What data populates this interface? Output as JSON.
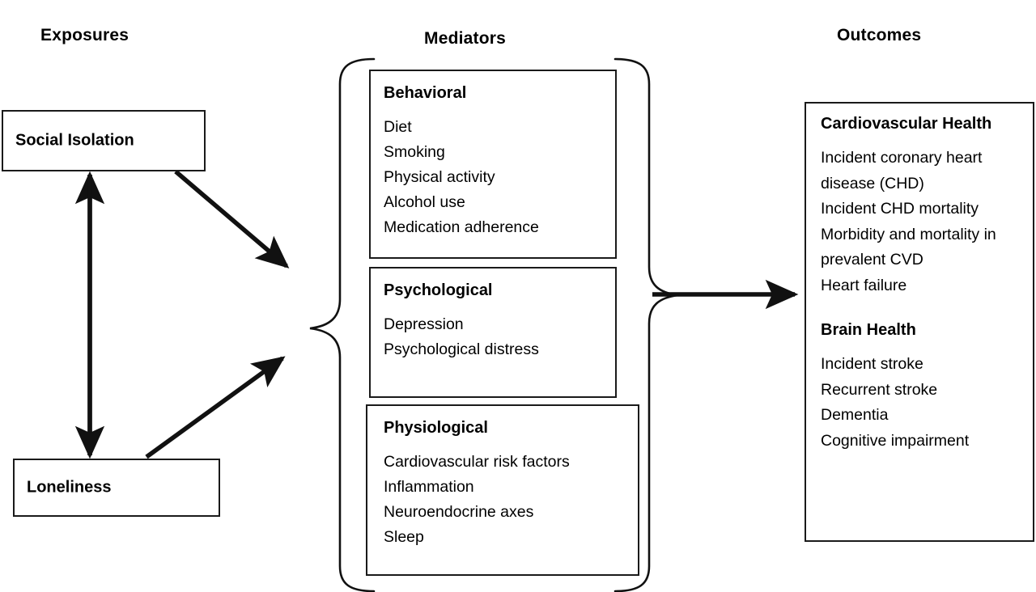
{
  "headers": {
    "exposures": "Exposures",
    "mediators": "Mediators",
    "outcomes": "Outcomes"
  },
  "exposures": {
    "social_isolation": "Social Isolation",
    "loneliness": "Loneliness"
  },
  "mediators": {
    "behavioral": {
      "title": "Behavioral",
      "items": [
        "Diet",
        "Smoking",
        "Physical activity",
        "Alcohol use",
        "Medication adherence"
      ]
    },
    "psychological": {
      "title": "Psychological",
      "items": [
        "Depression",
        "Psychological distress"
      ]
    },
    "physiological": {
      "title": "Physiological",
      "items": [
        "Cardiovascular risk factors",
        "Inflammation",
        "Neuroendocrine axes",
        "Sleep"
      ]
    }
  },
  "outcomes": {
    "cardiovascular": {
      "title": "Cardiovascular Health",
      "items": [
        "Incident coronary heart disease (CHD)",
        "Incident CHD mortality",
        "Morbidity and mortality in prevalent CVD",
        "Heart failure"
      ]
    },
    "brain": {
      "title": "Brain Health",
      "items": [
        "Incident stroke",
        "Recurrent stroke",
        "Dementia",
        "Cognitive impairment"
      ]
    }
  },
  "connectors": {
    "isolation_loneliness": "bidirectional-vertical-arrow",
    "isolation_to_mediators": "arrow-down-right",
    "loneliness_to_mediators": "arrow-up-right",
    "mediators_to_outcomes": "arrow-right",
    "left_brace": "curly-brace-left",
    "right_brace": "curly-brace-right"
  },
  "colors": {
    "stroke": "#1a1a1a",
    "background": "#ffffff",
    "text": "#000000"
  }
}
